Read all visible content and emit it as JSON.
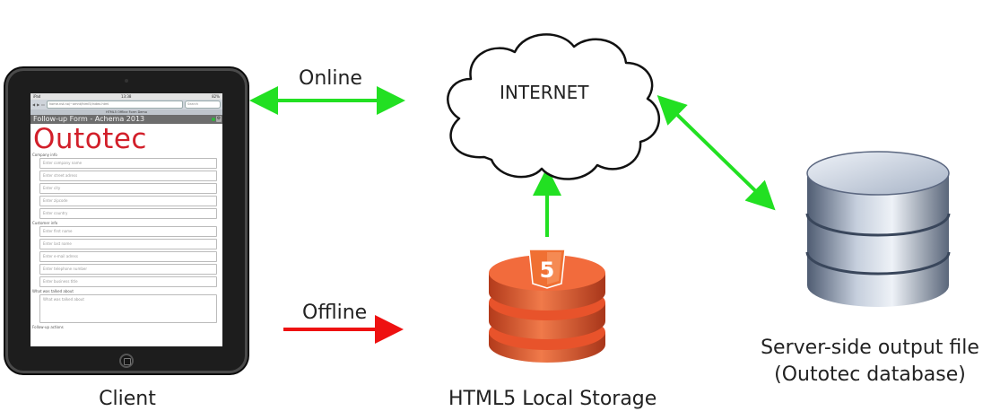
{
  "labels": {
    "online": "Online",
    "offline": "Offline",
    "internet": "INTERNET",
    "client": "Client",
    "storage": "HTML5 Local Storage",
    "server_line1": "Server-side output file",
    "server_line2": "(Outotec database)"
  },
  "colors": {
    "online_arrow": "#22e022",
    "offline_arrow": "#ee1111",
    "brand_red": "#d21f2a",
    "html5_orange": "#e8532b"
  },
  "ipad": {
    "status_left": "iPad",
    "status_time": "13:38",
    "status_right": "82%",
    "url": "home.nst.no/~omnt/html5/index.html",
    "search_placeholder": "Search",
    "tab_title": "HTML5 Offline Form Demo",
    "form_title": "Follow-up Form - Achema 2013",
    "logo_text": "Outotec",
    "sections": {
      "company": "Company info",
      "customer": "Customer info",
      "talked": "What was talked about",
      "followup": "Follow-up actions"
    },
    "company_fields": [
      "Enter company name",
      "Enter street adress",
      "Enter city",
      "Enter zipcode",
      "Enter country"
    ],
    "customer_fields": [
      "Enter first name",
      "Enter last name",
      "Enter e-mail adress",
      "Enter telephone number",
      "Enter business title"
    ],
    "talked_placeholder": "What was talked about"
  }
}
